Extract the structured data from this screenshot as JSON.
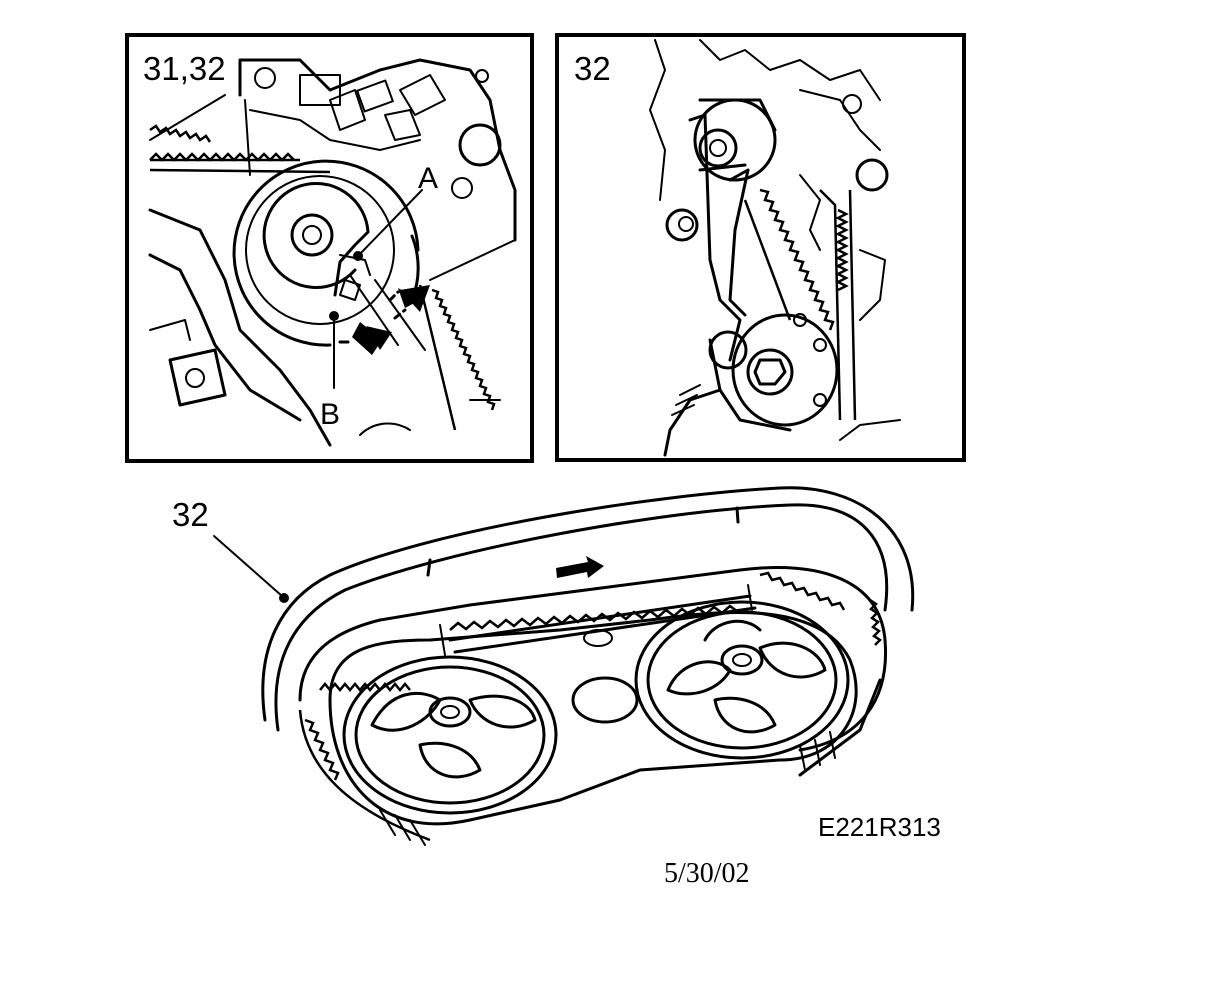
{
  "panels": {
    "left": {
      "label": "31,32",
      "point_a": "A",
      "point_b": "B"
    },
    "right": {
      "label": "32"
    },
    "bottom": {
      "label": "32"
    }
  },
  "footer": {
    "figure_code": "E221R313",
    "date": "5/30/02"
  },
  "colors": {
    "line": "#000000",
    "background": "#ffffff"
  }
}
